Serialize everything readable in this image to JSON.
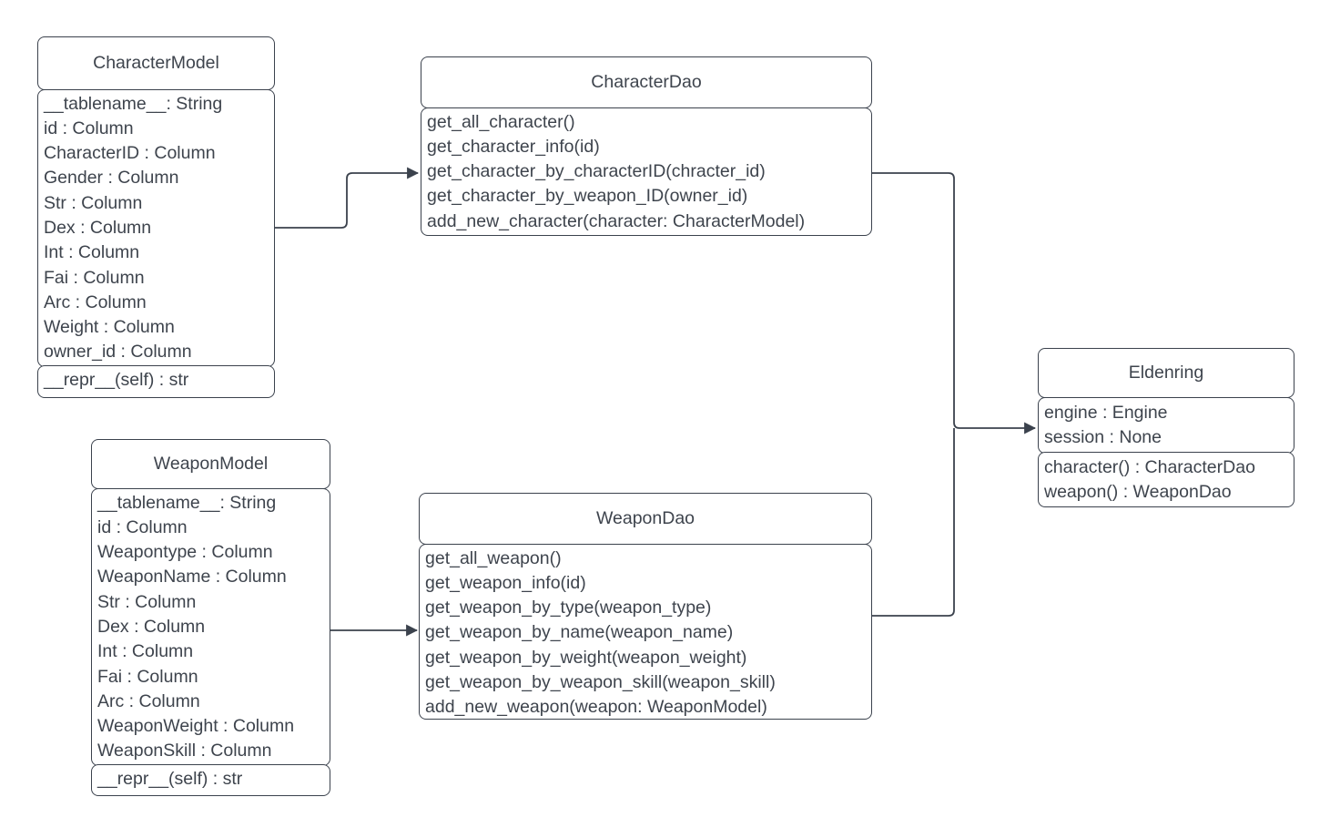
{
  "diagram_type": "uml_class_diagram",
  "colors": {
    "stroke": "#3b424d",
    "text": "#3e444d",
    "fill": "#ffffff",
    "background": "#ffffff"
  },
  "classes": {
    "character_model": {
      "title": "CharacterModel",
      "attributes": [
        "__tablename__: String",
        "id : Column",
        "CharacterID : Column",
        "Gender : Column",
        "Str : Column",
        "Dex : Column",
        "Int : Column",
        "Fai : Column",
        "Arc : Column",
        "Weight : Column",
        "owner_id : Column"
      ],
      "methods": [
        "__repr__(self) : str"
      ]
    },
    "character_dao": {
      "title": "CharacterDao",
      "methods": [
        "get_all_character()",
        "get_character_info(id)",
        "get_character_by_characterID(chracter_id)",
        "get_character_by_weapon_ID(owner_id)",
        "add_new_character(character: CharacterModel)"
      ]
    },
    "weapon_model": {
      "title": "WeaponModel",
      "attributes": [
        "__tablename__: String",
        "id : Column",
        "Weapontype : Column",
        "WeaponName : Column",
        "Str : Column",
        "Dex : Column",
        "Int : Column",
        "Fai : Column",
        "Arc : Column",
        "WeaponWeight : Column",
        "WeaponSkill : Column"
      ],
      "methods": [
        "__repr__(self) : str"
      ]
    },
    "weapon_dao": {
      "title": "WeaponDao",
      "methods": [
        "get_all_weapon()",
        "get_weapon_info(id)",
        "get_weapon_by_type(weapon_type)",
        "get_weapon_by_name(weapon_name)",
        "get_weapon_by_weight(weapon_weight)",
        "get_weapon_by_weapon_skill(weapon_skill)",
        "add_new_weapon(weapon: WeaponModel)"
      ]
    },
    "eldenring": {
      "title": "Eldenring",
      "attributes": [
        "engine : Engine",
        "session : None"
      ],
      "methods": [
        "character() : CharacterDao",
        "weapon() : WeaponDao"
      ]
    }
  },
  "connectors": [
    {
      "from": "CharacterModel",
      "to": "CharacterDao",
      "style": "elbow-arrow"
    },
    {
      "from": "WeaponModel",
      "to": "WeaponDao",
      "style": "straight-arrow"
    },
    {
      "from": "CharacterDao",
      "to": "Eldenring",
      "style": "elbow-arrow"
    },
    {
      "from": "WeaponDao",
      "to": "Eldenring",
      "style": "elbow-merge"
    }
  ]
}
